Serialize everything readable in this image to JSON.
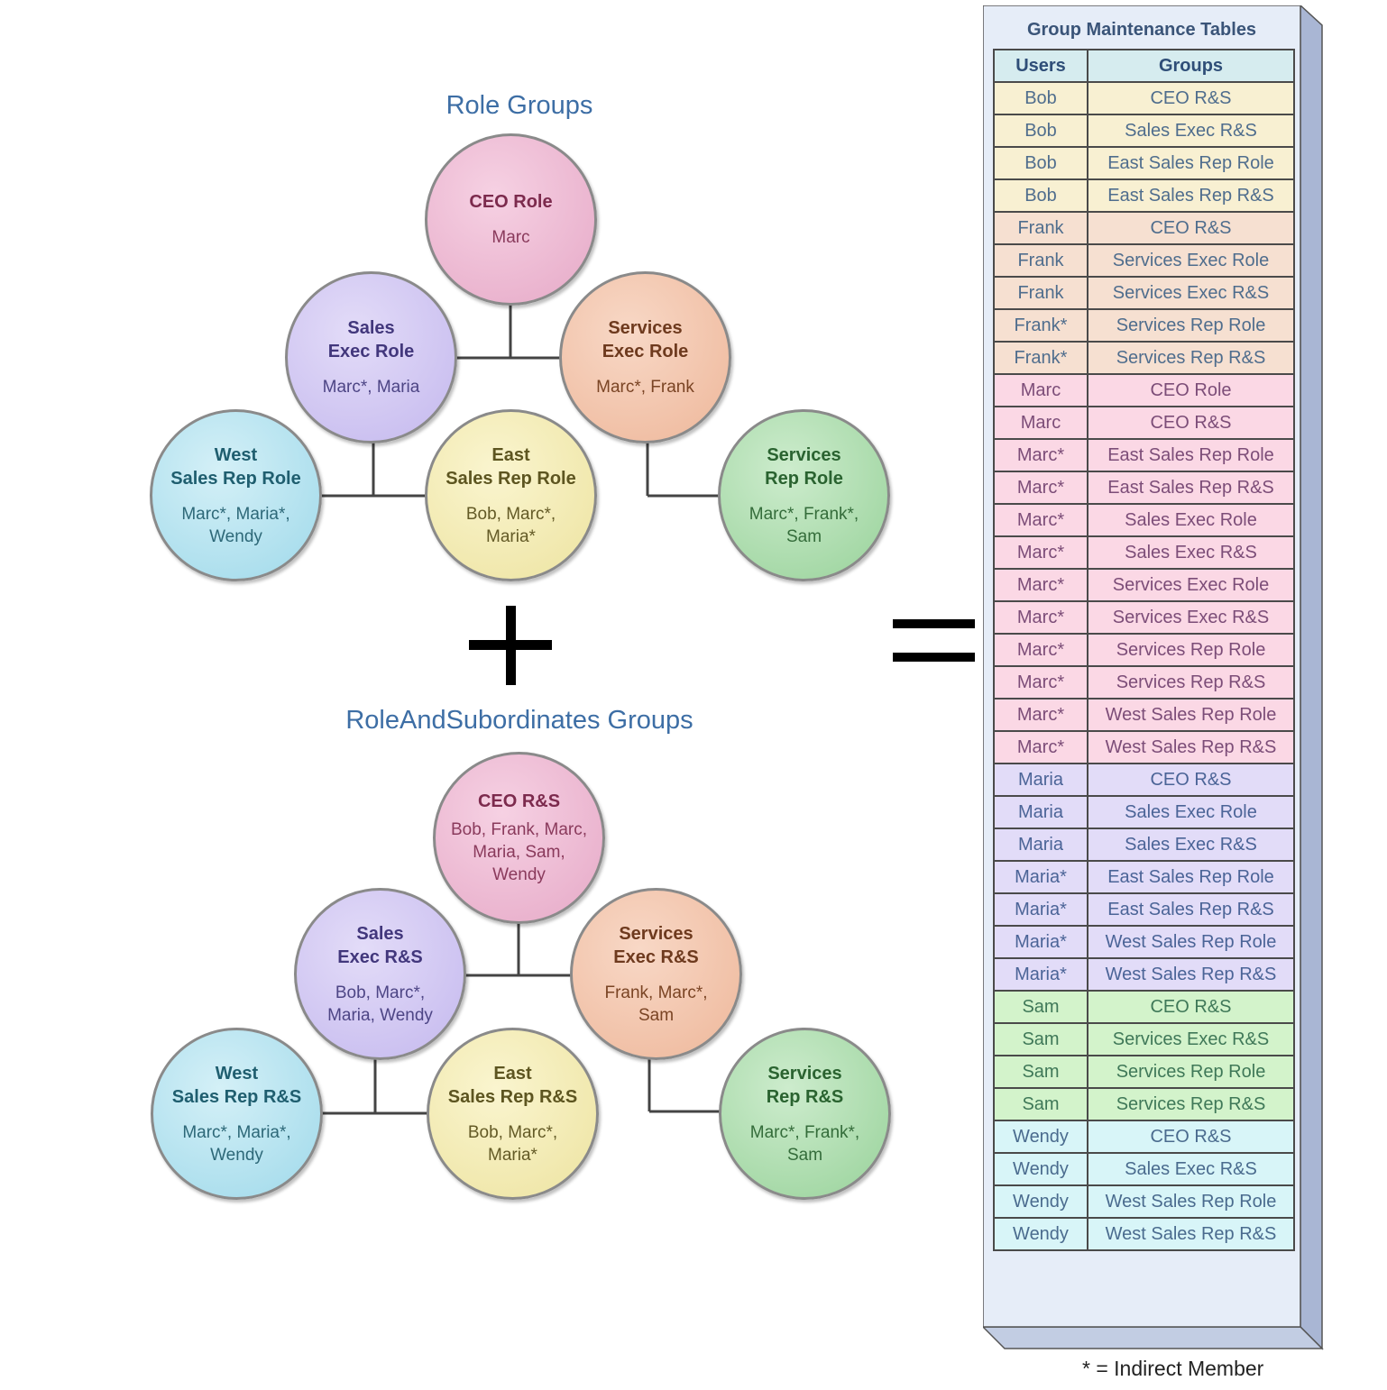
{
  "role_groups": {
    "title": "Role Groups",
    "nodes": {
      "ceo": {
        "title": "CEO Role",
        "members": "Marc"
      },
      "sales_exec": {
        "title": "Sales\nExec Role",
        "members": "Marc*, Maria"
      },
      "services_exec": {
        "title": "Services\nExec Role",
        "members": "Marc*, Frank"
      },
      "west": {
        "title": "West\nSales Rep Role",
        "members": "Marc*, Maria*,\nWendy"
      },
      "east": {
        "title": "East\nSales Rep Role",
        "members": "Bob, Marc*,\nMaria*"
      },
      "services_rep": {
        "title": "Services\nRep Role",
        "members": "Marc*, Frank*,\nSam"
      }
    }
  },
  "ras_groups": {
    "title": "RoleAndSubordinates Groups",
    "nodes": {
      "ceo": {
        "title": "CEO R&S",
        "members": "Bob, Frank, Marc,\nMaria, Sam,\nWendy"
      },
      "sales_exec": {
        "title": "Sales\nExec R&S",
        "members": "Bob, Marc*,\nMaria, Wendy"
      },
      "services_exec": {
        "title": "Services\nExec R&S",
        "members": "Frank, Marc*,\nSam"
      },
      "west": {
        "title": "West\nSales Rep R&S",
        "members": "Marc*, Maria*,\nWendy"
      },
      "east": {
        "title": "East\nSales Rep  R&S",
        "members": "Bob, Marc*,\nMaria*"
      },
      "services_rep": {
        "title": "Services\nRep  R&S",
        "members": "Marc*, Frank*,\nSam"
      }
    }
  },
  "operators": {
    "plus": "+",
    "equals": "="
  },
  "table": {
    "title": "Group Maintenance Tables",
    "headers": {
      "users": "Users",
      "groups": "Groups"
    },
    "rows": [
      {
        "user": "Bob",
        "group": "CEO R&S",
        "band": "bob"
      },
      {
        "user": "Bob",
        "group": "Sales Exec R&S",
        "band": "bob"
      },
      {
        "user": "Bob",
        "group": "East Sales Rep Role",
        "band": "bob"
      },
      {
        "user": "Bob",
        "group": "East Sales Rep R&S",
        "band": "bob"
      },
      {
        "user": "Frank",
        "group": "CEO R&S",
        "band": "frank"
      },
      {
        "user": "Frank",
        "group": "Services Exec Role",
        "band": "frank"
      },
      {
        "user": "Frank",
        "group": "Services Exec R&S",
        "band": "frank"
      },
      {
        "user": "Frank*",
        "group": "Services Rep Role",
        "band": "frank"
      },
      {
        "user": "Frank*",
        "group": "Services Rep R&S",
        "band": "frank"
      },
      {
        "user": "Marc",
        "group": "CEO Role",
        "band": "marc"
      },
      {
        "user": "Marc",
        "group": "CEO R&S",
        "band": "marc"
      },
      {
        "user": "Marc*",
        "group": "East Sales Rep Role",
        "band": "marc"
      },
      {
        "user": "Marc*",
        "group": "East Sales Rep R&S",
        "band": "marc"
      },
      {
        "user": "Marc*",
        "group": "Sales Exec Role",
        "band": "marc"
      },
      {
        "user": "Marc*",
        "group": "Sales Exec R&S",
        "band": "marc"
      },
      {
        "user": "Marc*",
        "group": "Services Exec Role",
        "band": "marc"
      },
      {
        "user": "Marc*",
        "group": "Services Exec R&S",
        "band": "marc"
      },
      {
        "user": "Marc*",
        "group": "Services Rep Role",
        "band": "marc"
      },
      {
        "user": "Marc*",
        "group": "Services Rep R&S",
        "band": "marc"
      },
      {
        "user": "Marc*",
        "group": "West Sales Rep Role",
        "band": "marc"
      },
      {
        "user": "Marc*",
        "group": "West Sales Rep R&S",
        "band": "marc"
      },
      {
        "user": "Maria",
        "group": "CEO R&S",
        "band": "maria"
      },
      {
        "user": "Maria",
        "group": "Sales Exec Role",
        "band": "maria"
      },
      {
        "user": "Maria",
        "group": "Sales Exec R&S",
        "band": "maria"
      },
      {
        "user": "Maria*",
        "group": "East Sales Rep Role",
        "band": "maria"
      },
      {
        "user": "Maria*",
        "group": "East Sales Rep R&S",
        "band": "maria"
      },
      {
        "user": "Maria*",
        "group": "West Sales Rep Role",
        "band": "maria"
      },
      {
        "user": "Maria*",
        "group": "West Sales Rep R&S",
        "band": "maria"
      },
      {
        "user": "Sam",
        "group": "CEO R&S",
        "band": "sam"
      },
      {
        "user": "Sam",
        "group": "Services Exec R&S",
        "band": "sam"
      },
      {
        "user": "Sam",
        "group": "Services Rep Role",
        "band": "sam"
      },
      {
        "user": "Sam",
        "group": "Services Rep R&S",
        "band": "sam"
      },
      {
        "user": "Wendy",
        "group": "CEO R&S",
        "band": "wendy"
      },
      {
        "user": "Wendy",
        "group": "Sales Exec R&S",
        "band": "wendy"
      },
      {
        "user": "Wendy",
        "group": "West Sales Rep Role",
        "band": "wendy"
      },
      {
        "user": "Wendy",
        "group": "West Sales Rep R&S",
        "band": "wendy"
      }
    ]
  },
  "legend": "* = Indirect Member"
}
